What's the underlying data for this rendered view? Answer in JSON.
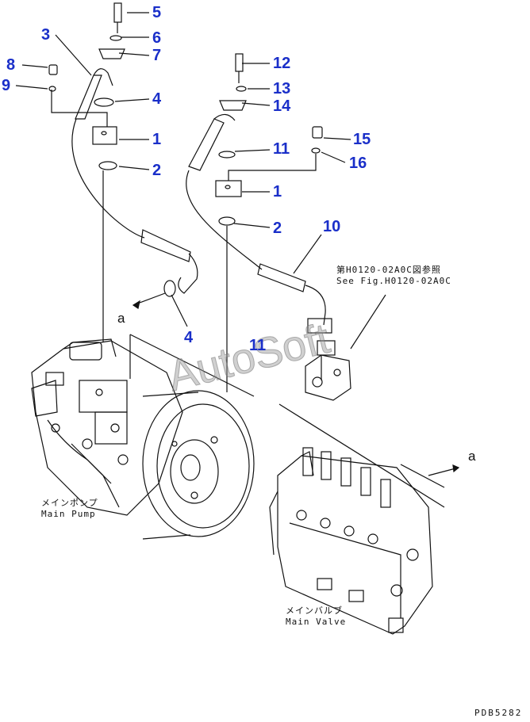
{
  "callouts": {
    "n1a": "1",
    "n1b": "1",
    "n2a": "2",
    "n2b": "2",
    "n3": "3",
    "n4a": "4",
    "n4b": "4",
    "n5": "5",
    "n6": "6",
    "n7": "7",
    "n8": "8",
    "n9": "9",
    "n10": "10",
    "n11a": "11",
    "n11b": "11",
    "n12": "12",
    "n13": "13",
    "n14": "14",
    "n15": "15",
    "n16": "16"
  },
  "view_marker": {
    "a_left": "a",
    "a_right": "a"
  },
  "labels": {
    "fig_ref_jp": "第H0120-02A0C図参照",
    "fig_ref_en": "See Fig.H0120-02A0C",
    "main_pump_jp": "メインポンプ",
    "main_pump_en": "Main Pump",
    "main_valve_jp": "メインバルブ",
    "main_valve_en": "Main Valve"
  },
  "watermark": "AutoSoft",
  "drawing_code": "PDB5282",
  "colors": {
    "callout": "#1a2fc9",
    "line": "#111111"
  }
}
